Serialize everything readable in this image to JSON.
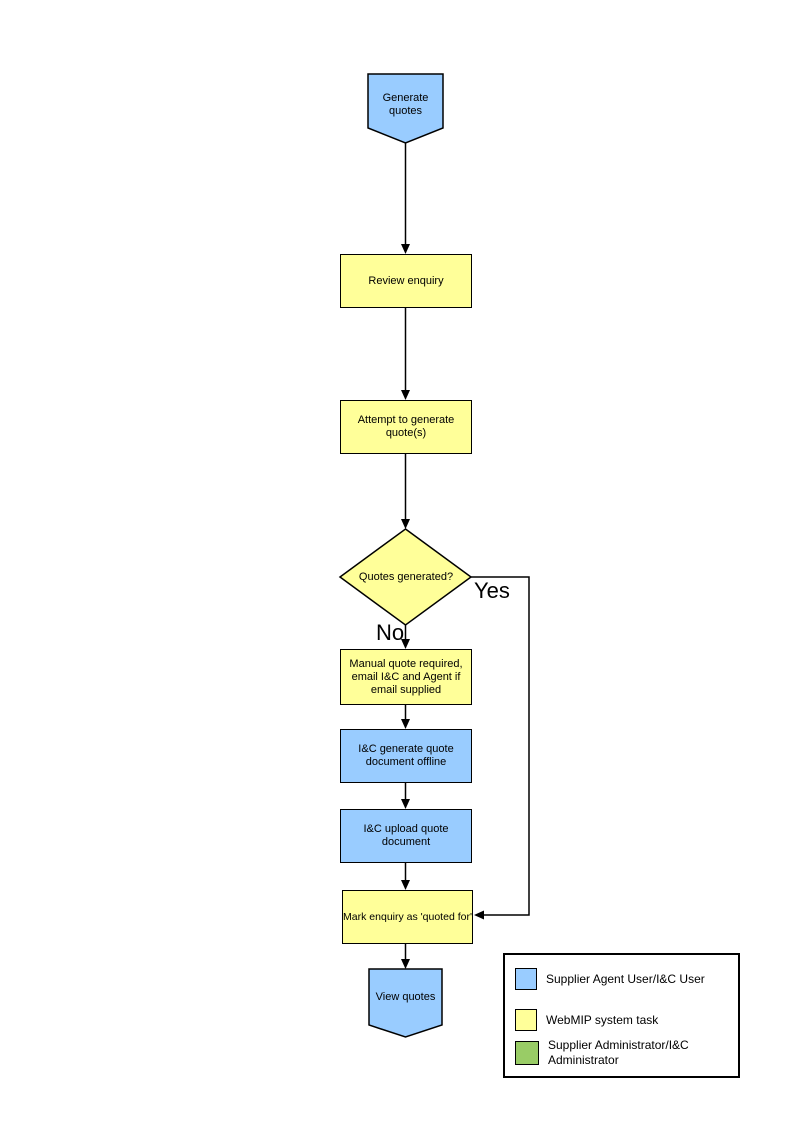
{
  "colors": {
    "user_task": "#99CCFF",
    "system_task": "#FFFF99",
    "admin_task": "#99CC66",
    "line": "#000000"
  },
  "flowchart": {
    "nodes": {
      "start": {
        "label": "Generate quotes"
      },
      "review": {
        "label": "Review enquiry"
      },
      "attempt": {
        "label": "Attempt to generate quote(s)"
      },
      "decision": {
        "label": "Quotes generated?"
      },
      "manual": {
        "label": "Manual quote required, email I&C and Agent if email supplied"
      },
      "ic_generate": {
        "label": "I&C generate quote document offline"
      },
      "ic_upload": {
        "label": "I&C upload quote document"
      },
      "mark": {
        "label": "Mark enquiry as 'quoted for'"
      },
      "end": {
        "label": "View quotes"
      }
    },
    "edges": {
      "yes_label": "Yes",
      "no_label": "No"
    }
  },
  "legend": {
    "items": [
      {
        "swatch_color": "#99CCFF",
        "label": "Supplier Agent User/I&C User"
      },
      {
        "swatch_color": "#FFFF99",
        "label": "WebMIP system task"
      },
      {
        "swatch_color": "#99CC66",
        "label": "Supplier Administrator/I&C Administrator"
      }
    ]
  }
}
